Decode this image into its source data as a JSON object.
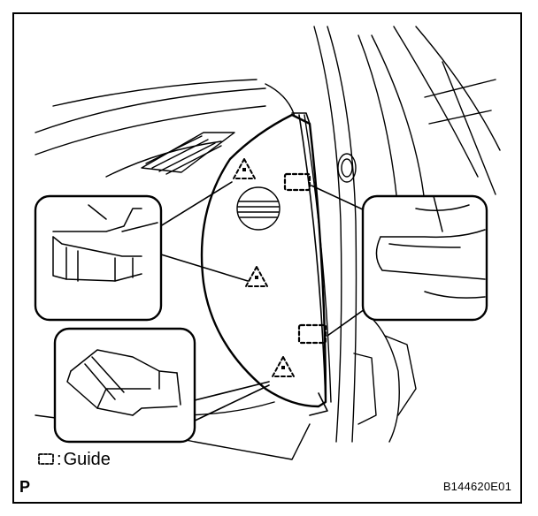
{
  "legend": {
    "symbol_icon": "guide-bracket-icon",
    "separator": ":",
    "label": "Guide"
  },
  "corner_label": "P",
  "figure_code": "B144620E01",
  "symbols": {
    "clip_icon": "triangle-clip-icon",
    "guide_icon": "guide-bracket-icon"
  },
  "colors": {
    "line": "#000000",
    "background": "#ffffff"
  }
}
